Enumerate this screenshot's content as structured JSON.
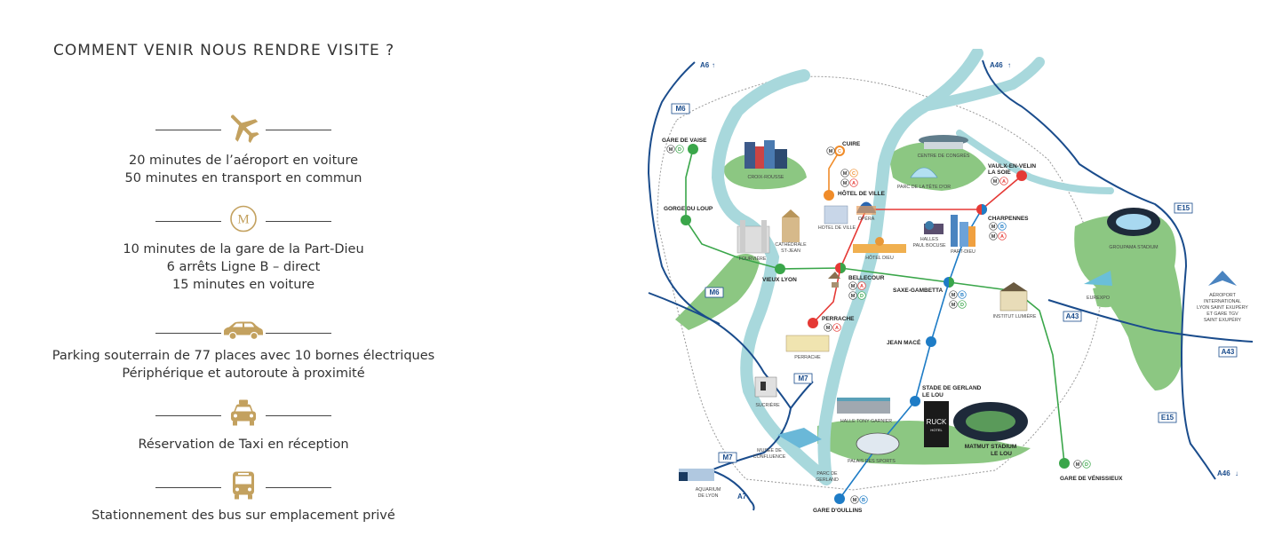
{
  "page": {
    "title": "COMMENT VENIR NOUS RENDRE VISITE ?"
  },
  "access": {
    "airport": {
      "line1": "20 minutes de l’aéroport en voiture",
      "line2": "50 minutes en transport en commun"
    },
    "metro": {
      "icon_letter": "M",
      "line1": "10 minutes de la gare de la Part-Dieu",
      "line2": "6 arrêts Ligne B – direct",
      "line3": "15 minutes en voiture"
    },
    "parking": {
      "line1": "Parking souterrain de 77 places avec  10 bornes électriques",
      "line2": "Périphérique et autoroute à proximité"
    },
    "taxi": {
      "line1": "Réservation de Taxi en réception"
    },
    "bus": {
      "line1": "Stationnement des bus sur emplacement privé"
    }
  },
  "colors": {
    "gold": "#c3a15f",
    "river": "#a8d8dc",
    "park": "#8cc782",
    "road": "#1a4c8c",
    "line_a": "#e53935",
    "line_b": "#1e7cc6",
    "line_c": "#f08c2a",
    "line_d": "#3aa64a"
  },
  "map": {
    "roads": {
      "a6": "A6",
      "a46_top": "A46",
      "m6_top": "M6",
      "m6_mid": "M6",
      "m7_mid": "M7",
      "m7_low": "M7",
      "a7": "A7",
      "e15_top": "E15",
      "a43": "A43",
      "a43_right": "A43",
      "e15_low": "E15",
      "a46_bottom": "A46"
    },
    "stations": {
      "gare_vaise": "GARE DE VAISE",
      "gorge_loup": "GORGE DU LOUP",
      "vieux_lyon": "VIEUX LYON",
      "bellecour": "BELLECOUR",
      "perrache": "PERRACHE",
      "cuire": "CUIRE",
      "hotel_ville": "HÔTEL DE VILLE",
      "vaulx_1": "VAULX-EN-VELIN",
      "vaulx_2": "LA SOIE",
      "charpennes": "CHARPENNES",
      "saxe": "SAXE-GAMBETTA",
      "jean_mace": "JEAN MACÉ",
      "gerland_1": "STADE DE GERLAND",
      "gerland_2": "LE LOU",
      "gare_oullins": "GARE D'OULLINS",
      "gare_venissieux": "GARE DE VÉNISSIEUX"
    },
    "landmarks": {
      "croix_rousse": "CROIX-ROUSSE",
      "fourviere": "FOURVIÈRE",
      "cathedrale_1": "CATHÉDRALE",
      "cathedrale_2": "ST-JEAN",
      "hotel_ville_bldg": "HOTEL DE VILLE",
      "opera": "OPÉRA",
      "hotel_dieu": "HÔTEL DIEU",
      "halles_1": "HALLES",
      "halles_2": "PAUL BOCUSE",
      "part_dieu": "PART-DIEU",
      "centre_congres": "CENTRE DE CONGRÈS",
      "parc_tete": "PARC DE LA TÊTE D’OR",
      "groupama": "GROUPAMA STADIUM",
      "eurexpo": "EUREXPO",
      "institut": "INSTITUT LUMIÈRE",
      "perrache_bldg": "PERRACHE",
      "sucriere": "SUCRIÈRE",
      "halle_tony": "HALLE TONY GARNIER",
      "musee_1": "MUSÉE DE",
      "musee_2": "CONFLUENCE",
      "palais": "PALAIS DES SPORTS",
      "parc_gerland_1": "PARC DE",
      "parc_gerland_2": "GERLAND",
      "matmut_1": "MATMUT STADIUM",
      "matmut_2": "LE LOU",
      "aquarium_1": "AQUARIUM",
      "aquarium_2": "DE LYON",
      "ruck_1": "RUCK",
      "ruck_2": "HOTEL",
      "airport_1": "AÉROPORT",
      "airport_2": "INTERNATIONAL",
      "airport_3": "LYON SAINT EXUPÉRY",
      "airport_4": "ET GARE TGV",
      "airport_5": "SAINT EXUPÉRY"
    },
    "badges": {
      "m": "M",
      "a": "A",
      "b": "B",
      "c": "C",
      "d": "D"
    }
  }
}
